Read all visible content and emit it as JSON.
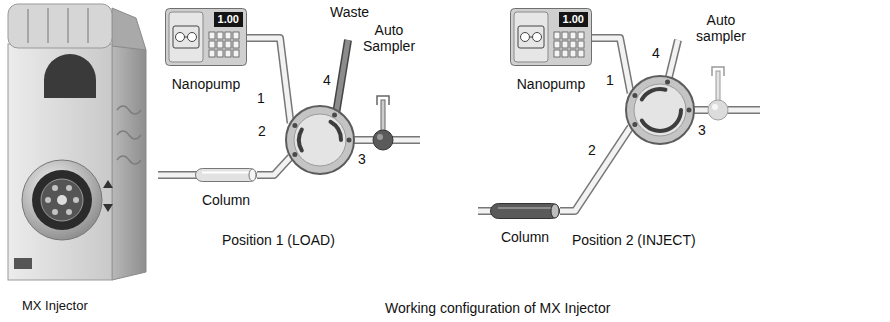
{
  "diagram": {
    "caption": "Working configuration of MX Injector",
    "nodes": [
      {
        "text": [
          "1.00",
          "Nanopump"
        ]
      },
      {
        "text": [
          "1",
          "2",
          "3",
          "4"
        ]
      },
      {
        "text": [
          "Column"
        ]
      },
      {
        "text": [
          "Auto Sampler"
        ]
      },
      {
        "text": [
          "1.00",
          "Nanopump"
        ]
      },
      {
        "text": [
          "1",
          "2",
          "3",
          "4"
        ]
      },
      {
        "text": [
          "Column"
        ]
      },
      {
        "text": [
          "Auto sampler"
        ]
      }
    ],
    "edges": [
      {
        "from": 0,
        "to": 1,
        "arrow": "none"
      },
      {
        "from": 1,
        "to": 2,
        "arrow": "none"
      },
      {
        "from": 1,
        "to": 3,
        "arrow": "none"
      },
      {
        "from": 4,
        "to": 5,
        "arrow": "none"
      },
      {
        "from": 5,
        "to": 6,
        "arrow": "none"
      },
      {
        "from": 5,
        "to": 7,
        "arrow": "none"
      }
    ],
    "labels": [
      "MX Injector",
      "Waste",
      "Position 1 (LOAD)",
      "Position 2 (INJECT)"
    ]
  }
}
